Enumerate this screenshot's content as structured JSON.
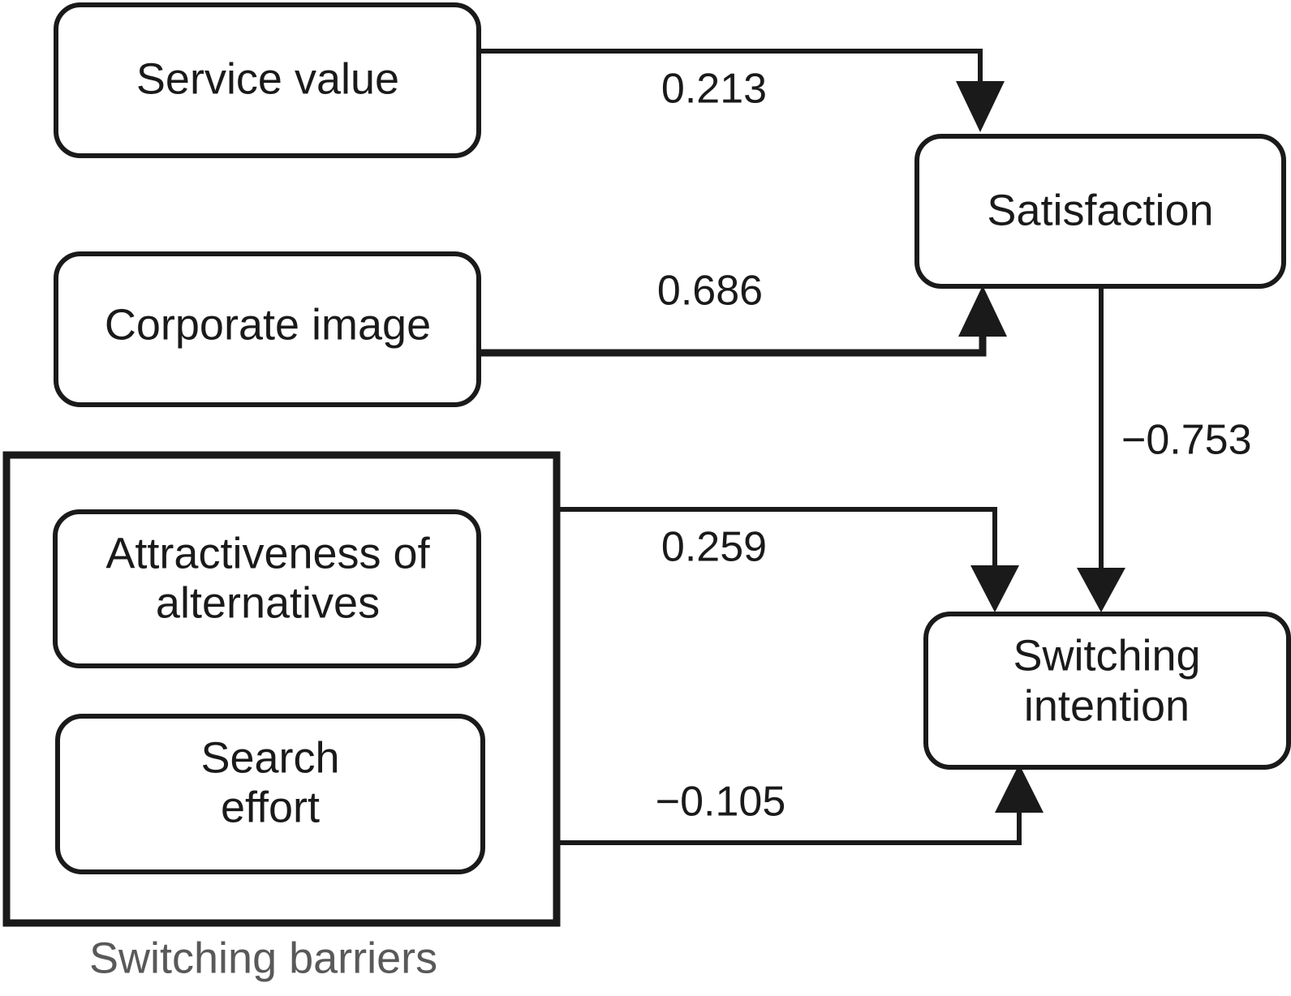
{
  "diagram": {
    "type": "path-model",
    "caption": "Switching barriers",
    "nodes": [
      {
        "id": "service-value",
        "label": "Service value"
      },
      {
        "id": "corporate-image",
        "label": "Corporate image"
      },
      {
        "id": "attractiveness-of-alternatives",
        "label_line1": "Attractiveness of",
        "label_line2": "alternatives"
      },
      {
        "id": "search-effort",
        "label_line1": "Search",
        "label_line2": "effort"
      },
      {
        "id": "satisfaction",
        "label": "Satisfaction"
      },
      {
        "id": "switching-intention",
        "label_line1": "Switching",
        "label_line2": "intention"
      }
    ],
    "paths": [
      {
        "id": "service-value-to-satisfaction",
        "from": "Service value",
        "to": "Satisfaction",
        "coefficient": "0.213",
        "sign": "positive",
        "emphasis": "normal"
      },
      {
        "id": "corporate-image-to-satisfaction",
        "from": "Corporate image",
        "to": "Satisfaction",
        "coefficient": "0.686",
        "sign": "positive",
        "emphasis": "strong"
      },
      {
        "id": "satisfaction-to-switching-intention",
        "from": "Satisfaction",
        "to": "Switching intention",
        "coefficient": "−0.753",
        "sign": "negative",
        "emphasis": "normal"
      },
      {
        "id": "attractiveness-to-switching-intention",
        "from": "Switching barriers",
        "to": "Switching intention",
        "coefficient": "0.259",
        "sign": "positive",
        "emphasis": "normal"
      },
      {
        "id": "search-effort-to-switching-intention",
        "from": "Switching barriers",
        "to": "Switching intention",
        "coefficient": "−0.105",
        "sign": "negative",
        "emphasis": "normal"
      }
    ],
    "colors": {
      "stroke": "#1a1a1a",
      "background": "#ffffff",
      "caption": "#595959"
    }
  }
}
